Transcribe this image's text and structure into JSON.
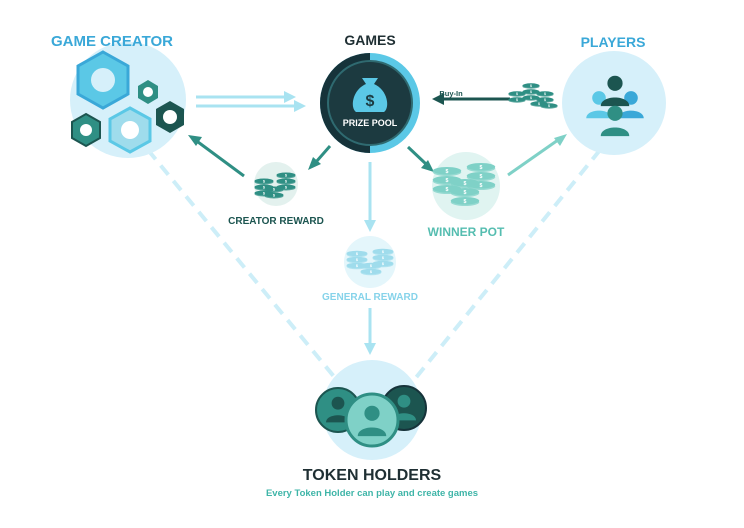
{
  "labels": {
    "game_creator": "GAME CREATOR",
    "games": "GAMES",
    "players": "PLAYERS",
    "prize_pool": "PRIZE POOL",
    "buy_in": "Buy-In",
    "creator_reward": "CREATOR REWARD",
    "winner_pot": "WINNER POT",
    "general_reward": "GENERAL REWARD",
    "token_holders": "TOKEN HOLDERS",
    "token_holders_sub": "Every Token Holder can play and create games"
  },
  "colors": {
    "light_circle": "#d6f0fa",
    "sky": "#5bc8e6",
    "sky_light": "#9fdcec",
    "teal": "#2f8f84",
    "dark_teal": "#1c5550",
    "mint": "#7fd1c7",
    "navy": "#16333a",
    "title_blue": "#3aa8d8",
    "title_dark": "#1f2f33"
  },
  "icons": {
    "game_creator": "hexagon-nuts-icon",
    "games": "money-bag-icon",
    "players": "user-group-icon",
    "rewards": "coin-stack-icon",
    "token_holders": "token-coins-icon"
  }
}
